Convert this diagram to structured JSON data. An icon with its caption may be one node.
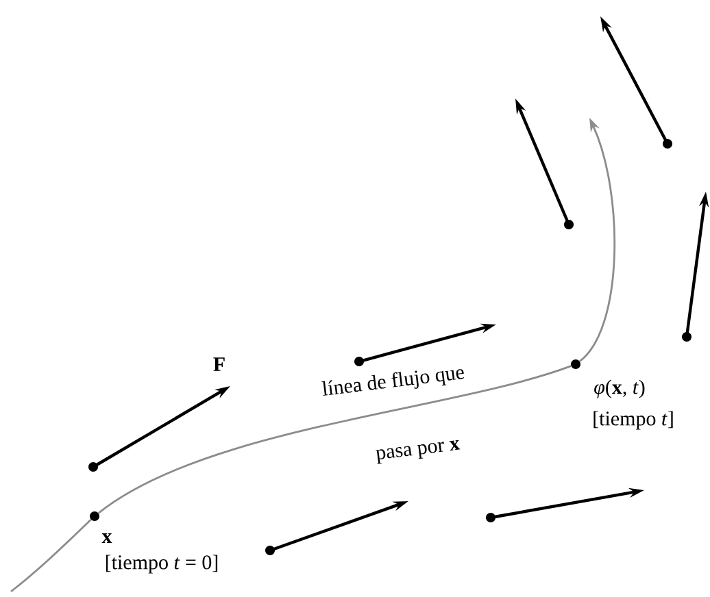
{
  "diagram": {
    "nodes": [
      {
        "text": [],
        "shape": "circle",
        "beside": [
          "x",
          "[tiempo *t* = 0]"
        ]
      },
      {
        "text": [],
        "shape": "circle",
        "beside": [
          "*φ*(**x**, *t*)",
          "[tiempo *t*]"
        ]
      }
    ],
    "edges": [
      {
        "from": null,
        "to": 0,
        "arrow": "none"
      },
      {
        "from": 0,
        "to": 1,
        "arrow": "none"
      },
      {
        "from": 1,
        "to": null,
        "arrow": "to"
      }
    ],
    "labels": [
      "F",
      "línea de flujo que",
      "pasa por **x**"
    ]
  }
}
